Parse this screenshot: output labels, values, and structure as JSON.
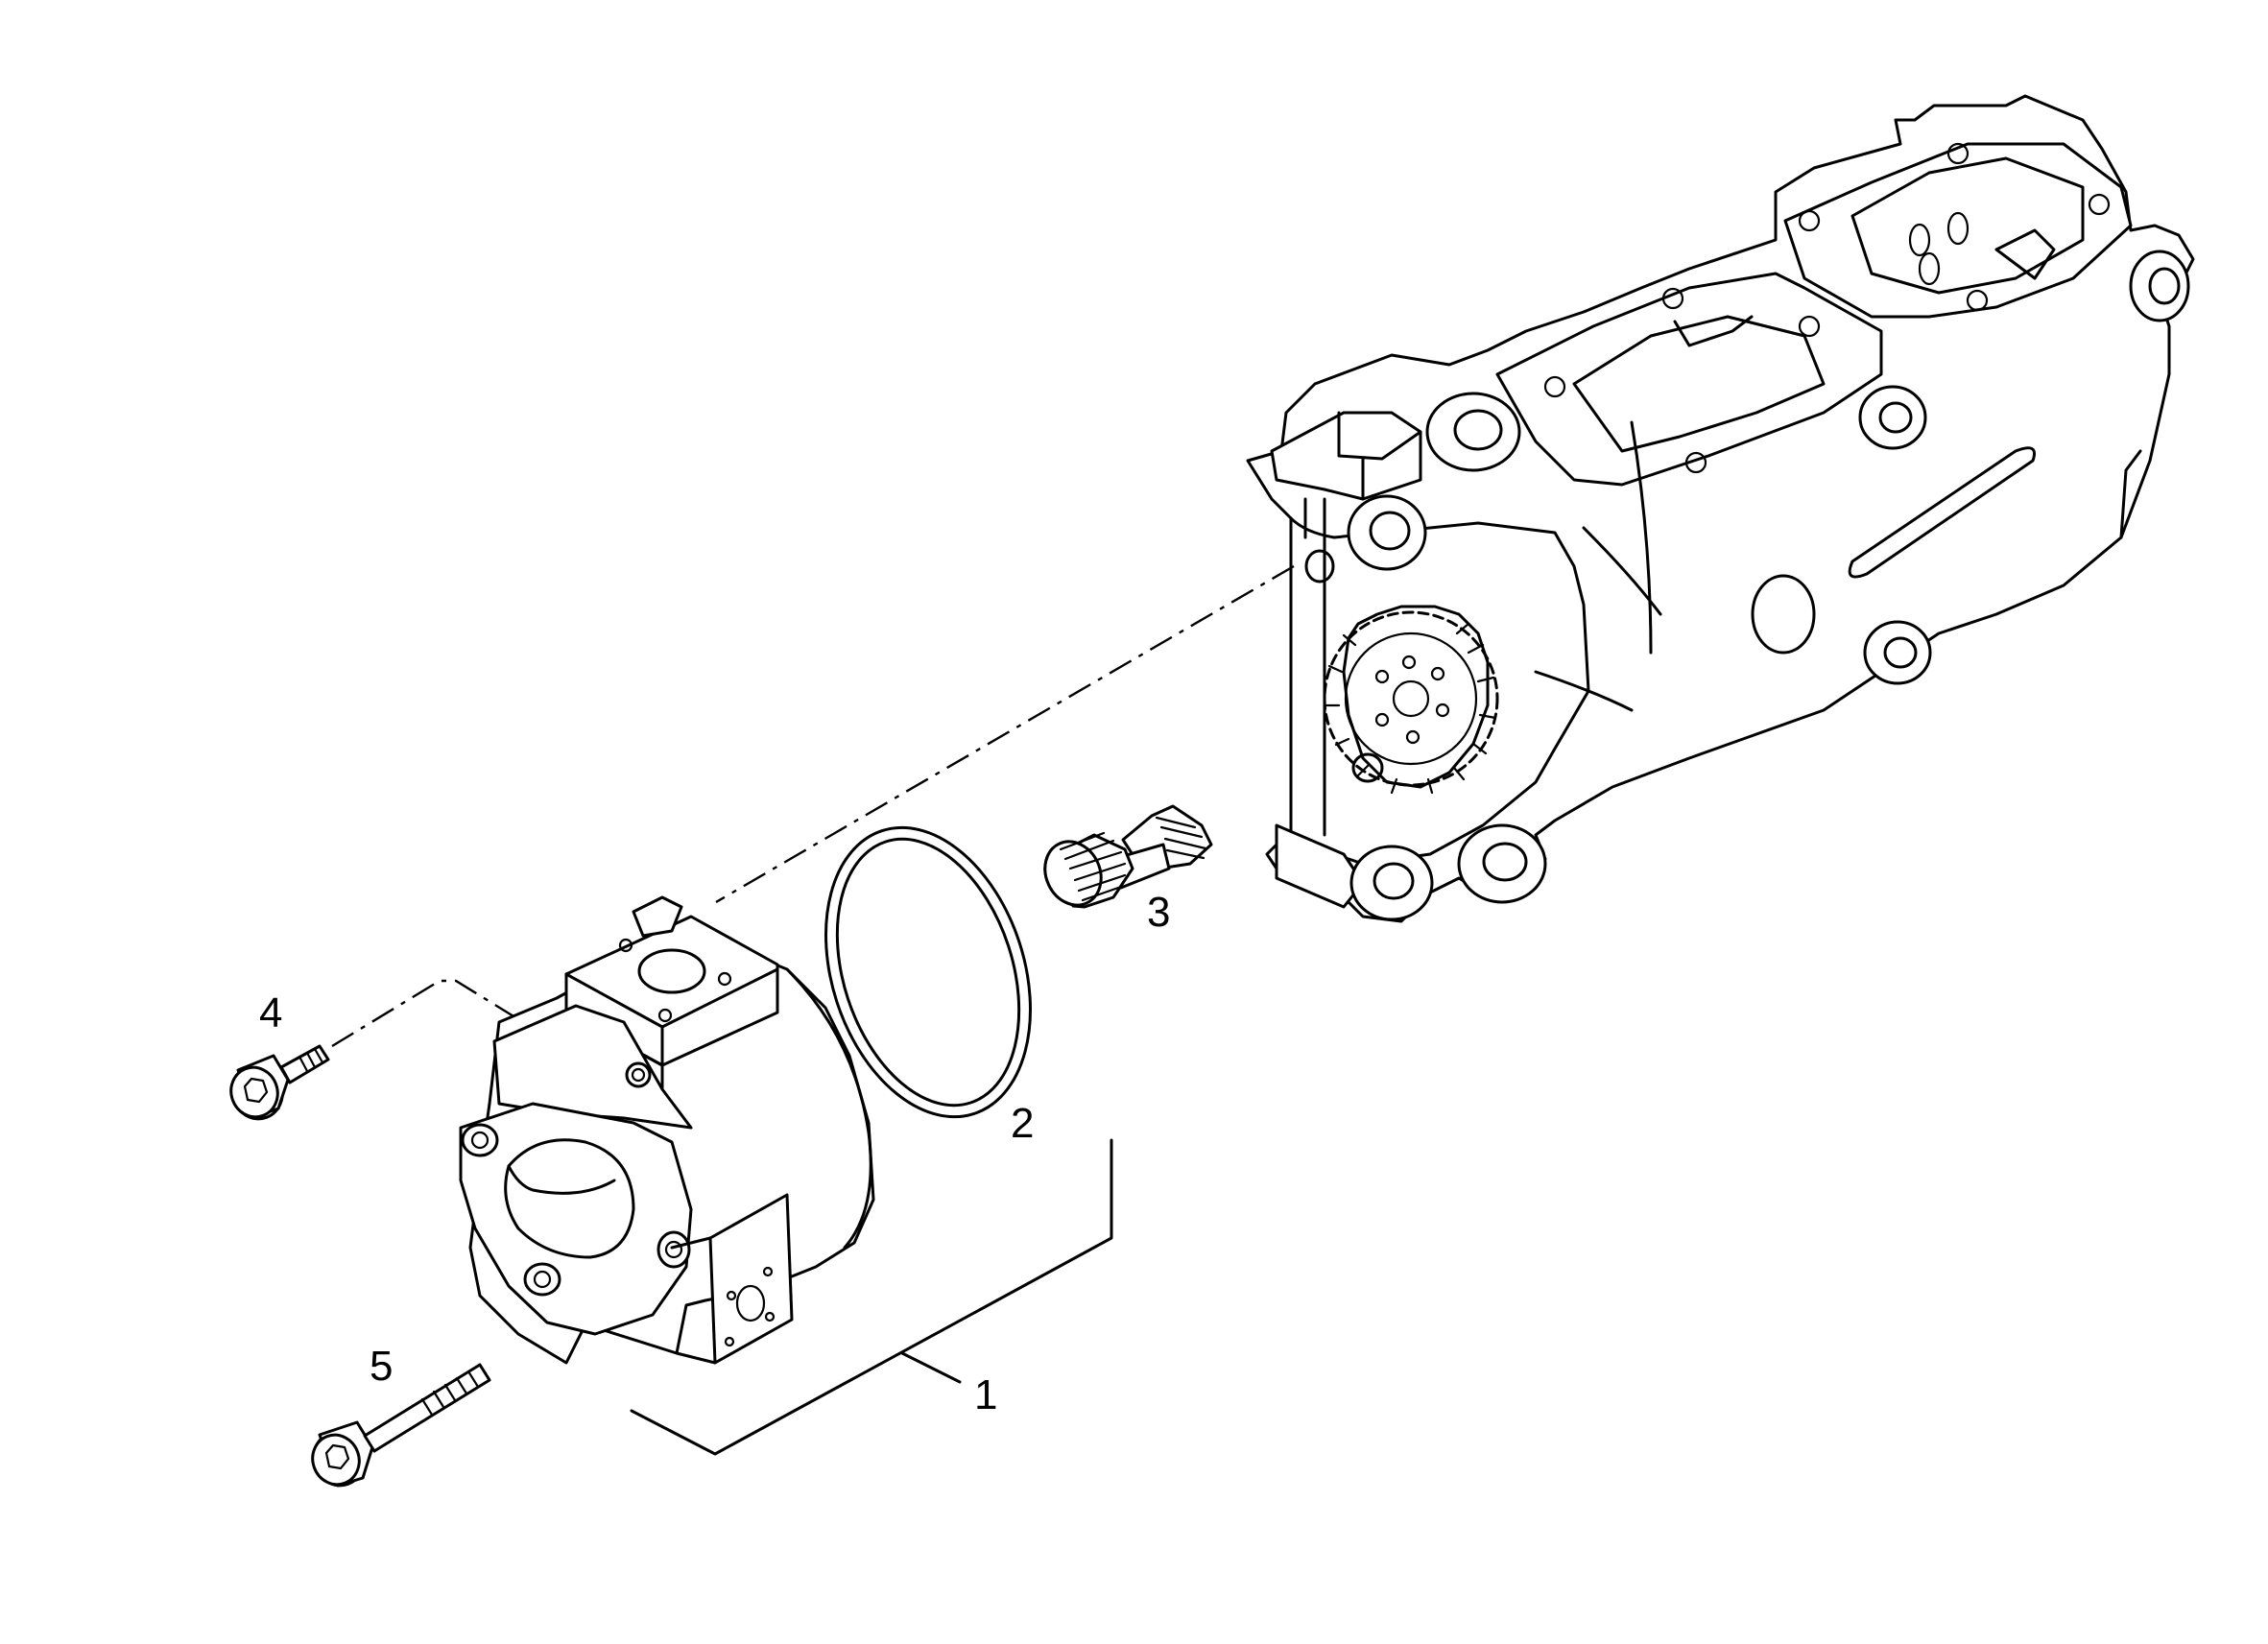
{
  "callouts": [
    {
      "id": "1",
      "label": "1",
      "part": "pump-assembly"
    },
    {
      "id": "2",
      "label": "2",
      "part": "o-ring"
    },
    {
      "id": "3",
      "label": "3",
      "part": "splined-drive-shaft"
    },
    {
      "id": "4",
      "label": "4",
      "part": "short-cap-screw"
    },
    {
      "id": "5",
      "label": "5",
      "part": "long-cap-screw"
    }
  ],
  "colors": {
    "line": "#000000",
    "background": "#ffffff"
  }
}
